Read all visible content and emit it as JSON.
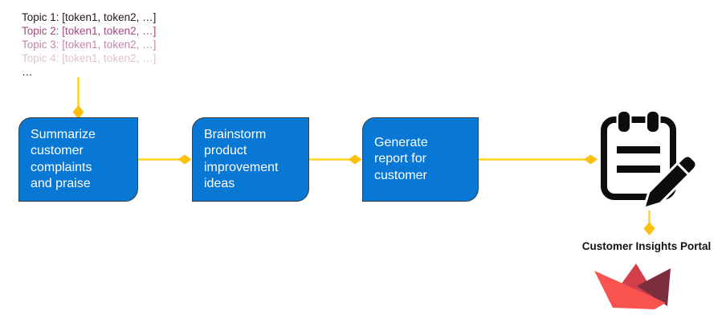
{
  "topics": {
    "lines": [
      {
        "text": "Topic 1: [token1, token2, …]",
        "color": "#27141f"
      },
      {
        "text": "Topic 2: [token1, token2, …]",
        "color": "#a34a7d"
      },
      {
        "text": "Topic 3: [token1, token2, …]",
        "color": "#c287a9"
      },
      {
        "text": "Topic 4: [token1, token2, …]",
        "color": "#e0c3d4"
      },
      {
        "text": "…",
        "color": "#1a1a1a"
      }
    ]
  },
  "steps": [
    {
      "label": "Summarize\ncustomer\ncomplaints\nand praise"
    },
    {
      "label": "Brainstorm\nproduct\nimprovement\nideas"
    },
    {
      "label": "Generate\nreport for\ncustomer"
    }
  ],
  "portal": {
    "label": "Customer Insights Portal"
  },
  "icons": {
    "report": "clipboard-with-pencil",
    "logo": "red-paper-boat"
  },
  "colors": {
    "step_fill": "#0878d4",
    "step_border": "#404040",
    "step_text": "#ffffff",
    "arrow_line": "#ffd21e",
    "arrow_head": "#fec00f",
    "icon_black": "#0d0d0d",
    "logo_red": "#f8534f",
    "logo_crimson": "#d33f49",
    "logo_maroon": "#7d2e3e"
  }
}
